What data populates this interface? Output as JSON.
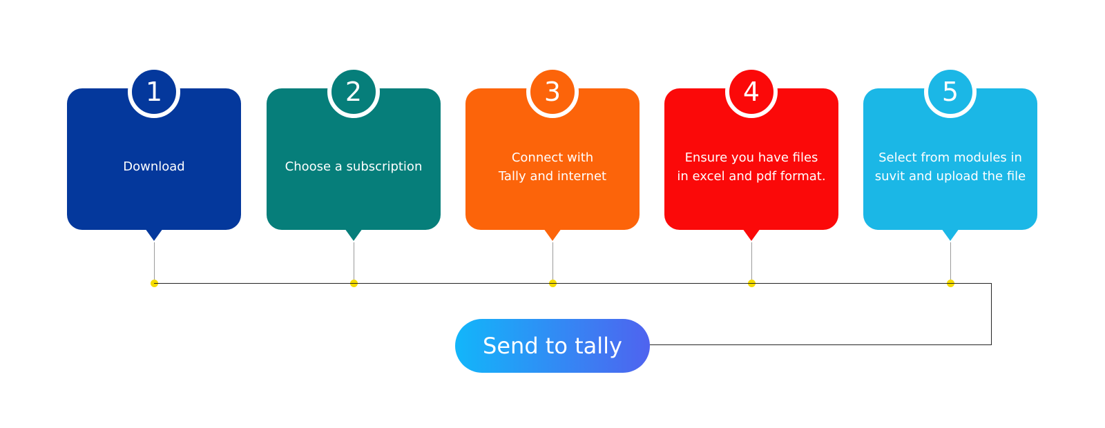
{
  "steps": [
    {
      "number": "1",
      "text": "Download",
      "color": "#04389c"
    },
    {
      "number": "2",
      "text": "Choose a subscription",
      "color": "#067e7a"
    },
    {
      "number": "3",
      "text": "Connect with\nTally and internet",
      "color": "#fc640a"
    },
    {
      "number": "4",
      "text": "Ensure you have files\nin excel and pdf format.",
      "color": "#fb0909"
    },
    {
      "number": "5",
      "text": "Select from modules in\nsuvit and upload the file",
      "color": "#1bb7e6"
    }
  ],
  "connector_dot_color": "#f5dc00",
  "send_button": {
    "label": "Send to tally",
    "gradient_start": "#12b6fa",
    "gradient_end": "#4f63ef"
  }
}
